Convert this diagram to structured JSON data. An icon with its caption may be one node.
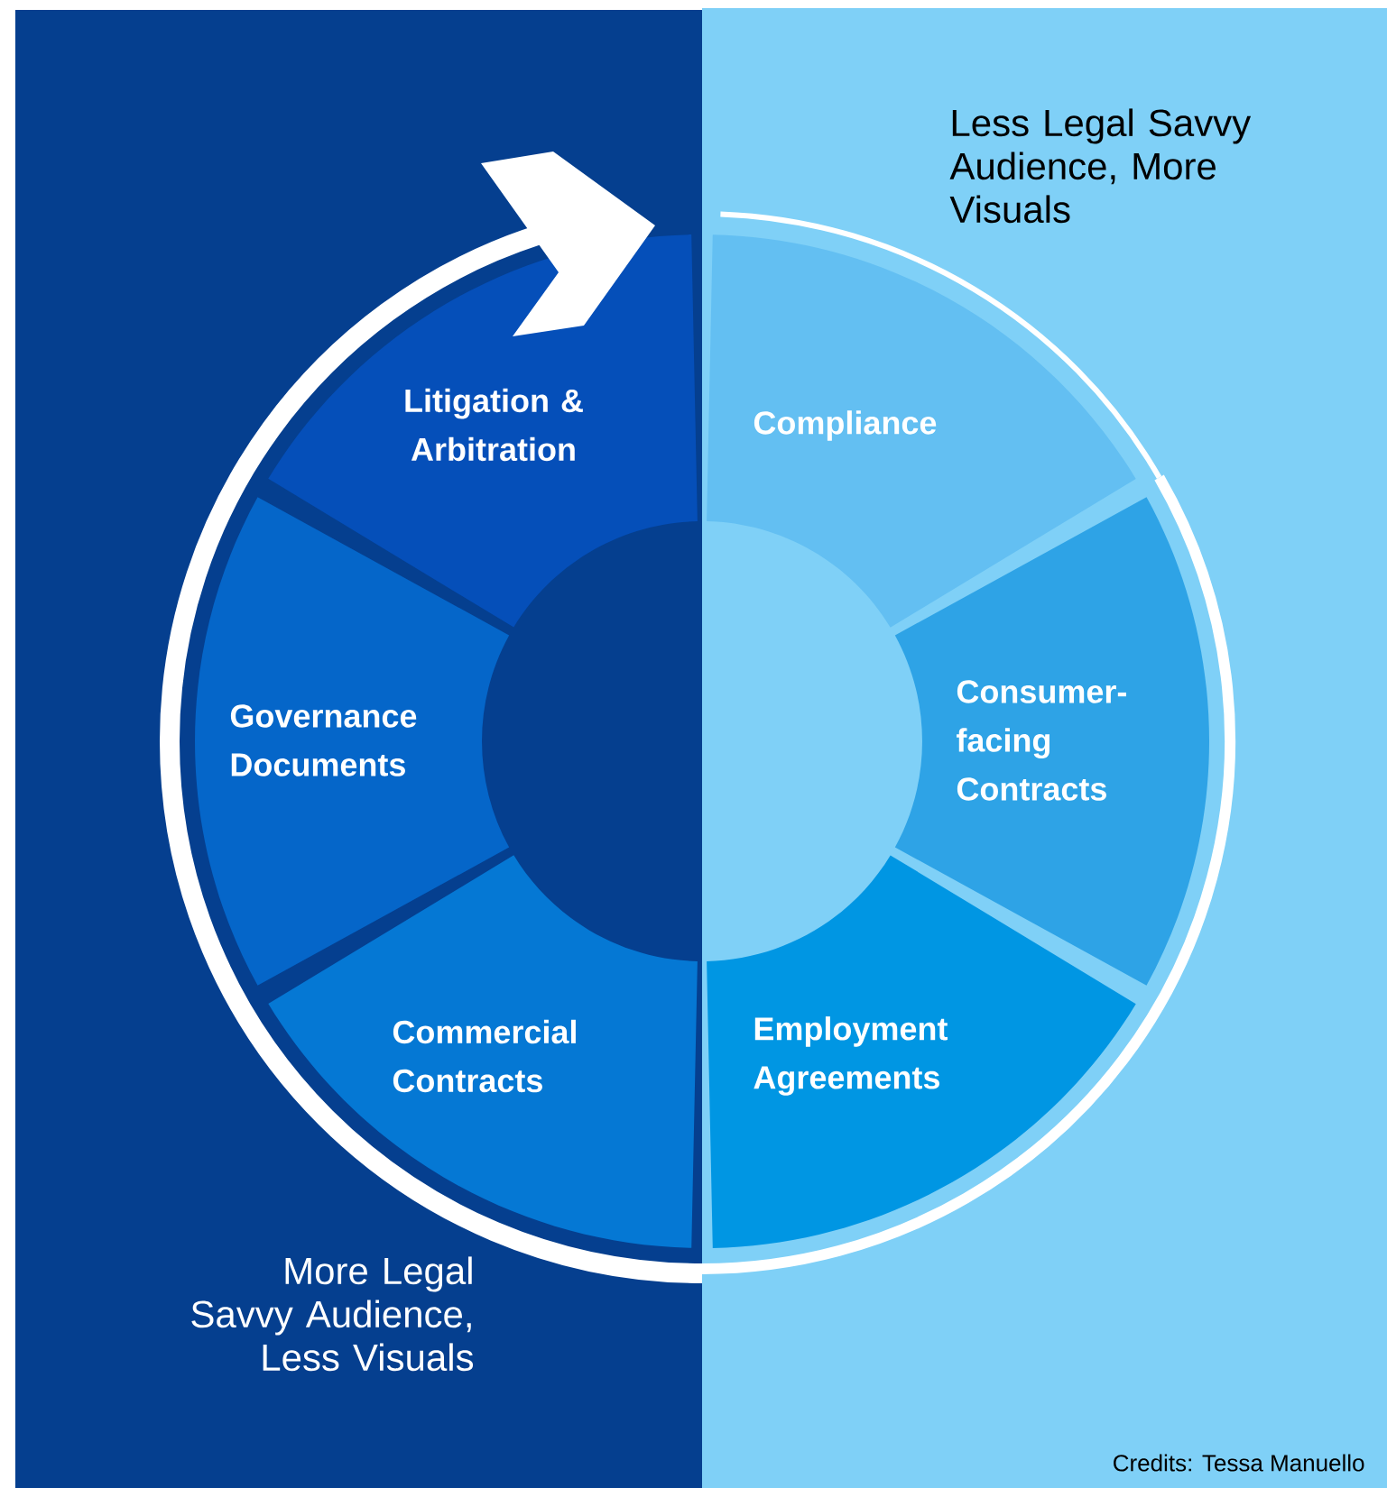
{
  "diagram": {
    "nodes": [
      {
        "text": [
          "Litigation & Arbitration"
        ]
      },
      {
        "text": [
          "Governance Documents"
        ]
      },
      {
        "text": [
          "Commercial Contracts"
        ]
      },
      {
        "text": [
          "Compliance"
        ]
      },
      {
        "text": [
          "Consumer-facing Contracts"
        ]
      },
      {
        "text": [
          "Employment Agreements"
        ]
      }
    ],
    "labels": [
      "Less Legal Savvy Audience, More Visuals",
      "More Legal Savvy Audience, Less Visuals",
      "Credits: Tessa Manuello"
    ]
  }
}
